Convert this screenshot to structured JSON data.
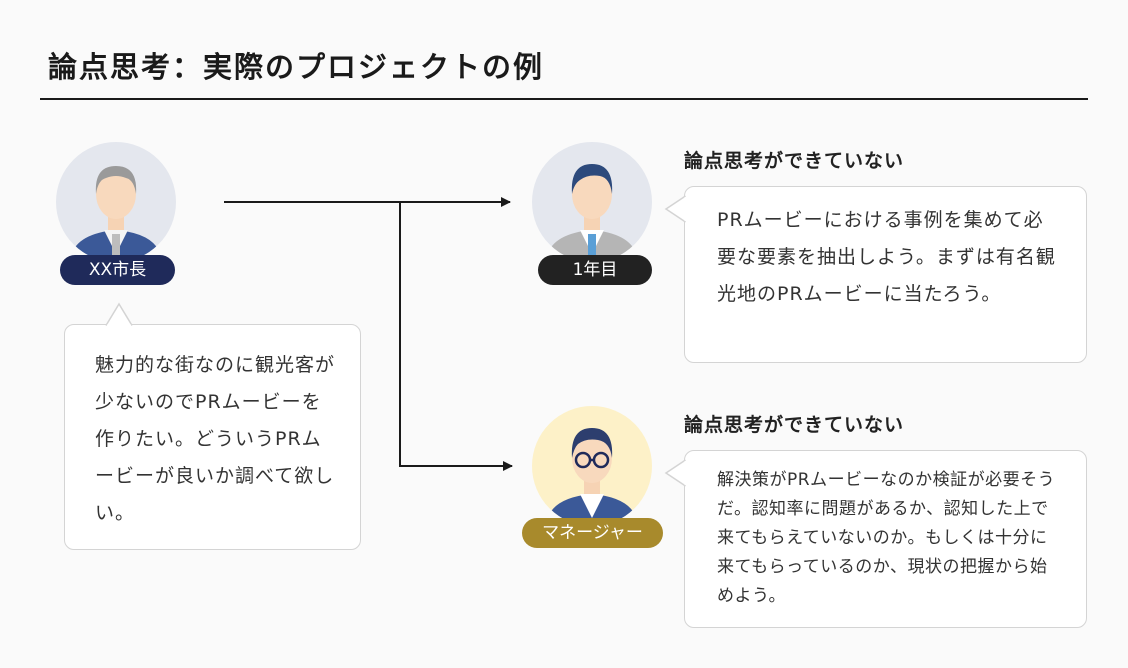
{
  "title": "論点思考：実際のプロジェクトの例",
  "mayor": {
    "role": "XX市長",
    "speech": "魅力的な街なのに観光客が少ないのでPRムービーを作りたい。どういうPRムービーが良いか調べて欲しい。",
    "badge_color": "#1f2a5a"
  },
  "first_year": {
    "label": "論点思考ができていない",
    "role": "1年目",
    "speech": "PRムービーにおける事例を集めて必要な要素を抽出しよう。まずは有名観光地のPRムービーに当たろう。",
    "badge_color": "#222222"
  },
  "manager": {
    "label": "論点思考ができていない",
    "role": "マネージャー",
    "speech": "解決策がPRムービーなのか検証が必要そうだ。認知率に問題があるか、認知した上で来てもらえていないのか。もしくは十分に来てもらっているのか、現状の把握から始めよう。",
    "badge_color": "#a88a2c"
  }
}
